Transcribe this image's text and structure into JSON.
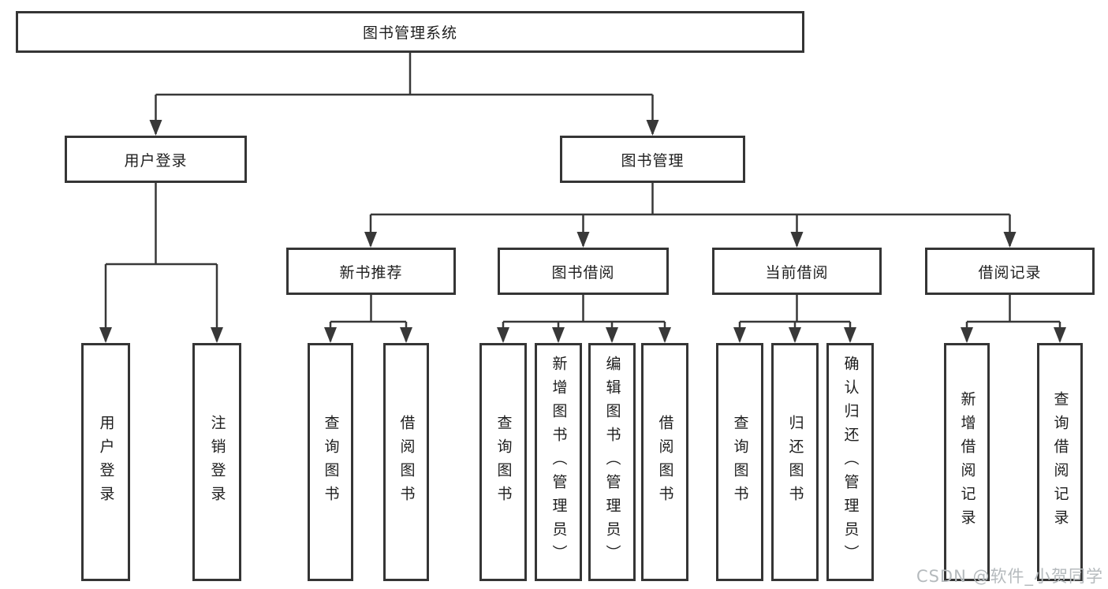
{
  "diagram": {
    "tree": {
      "root": {
        "label": "图书管理系统"
      },
      "level2": [
        {
          "id": "user-login",
          "label": "用户登录"
        },
        {
          "id": "book-management",
          "label": "图书管理"
        }
      ],
      "level3": [
        {
          "id": "new-book-recommend",
          "parent": "book-management",
          "label": "新书推荐"
        },
        {
          "id": "book-borrow",
          "parent": "book-management",
          "label": "图书借阅"
        },
        {
          "id": "current-borrow",
          "parent": "book-management",
          "label": "当前借阅"
        },
        {
          "id": "borrow-record",
          "parent": "book-management",
          "label": "借阅记录"
        }
      ],
      "leaves": [
        {
          "parent": "user-login",
          "label": "用户登录"
        },
        {
          "parent": "user-login",
          "label": "注销登录"
        },
        {
          "parent": "new-book-recommend",
          "label": "查询图书"
        },
        {
          "parent": "new-book-recommend",
          "label": "借阅图书"
        },
        {
          "parent": "book-borrow",
          "label": "查询图书"
        },
        {
          "parent": "book-borrow",
          "label": "新增图书（管理员）"
        },
        {
          "parent": "book-borrow",
          "label": "编辑图书（管理员）"
        },
        {
          "parent": "book-borrow",
          "label": "借阅图书"
        },
        {
          "parent": "current-borrow",
          "label": "查询图书"
        },
        {
          "parent": "current-borrow",
          "label": "归还图书"
        },
        {
          "parent": "current-borrow",
          "label": "确认归还（管理员）"
        },
        {
          "parent": "borrow-record",
          "label": "新增借阅记录"
        },
        {
          "parent": "borrow-record",
          "label": "查询借阅记录"
        }
      ]
    },
    "colors": {
      "line": "#383838",
      "border": "#353535",
      "text": "#1e1e1e",
      "watermark": "#b5babd",
      "background": "#ffffff"
    },
    "watermark": "CSDN @软件_小贺同学"
  }
}
